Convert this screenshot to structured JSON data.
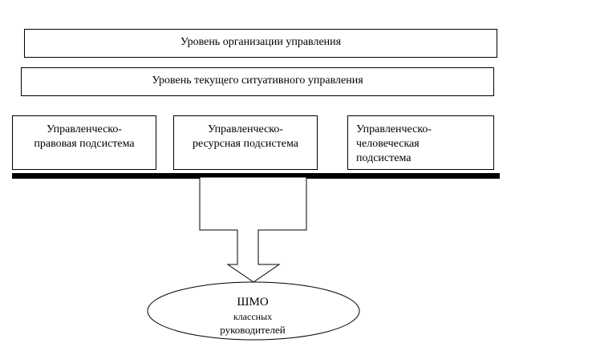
{
  "levels": {
    "top": "Уровень организации управления",
    "middle": "Уровень текущего ситуативного управления"
  },
  "subsystems": [
    {
      "line1": "Управленческо-",
      "line2": "правовая подсистема",
      "line3": ""
    },
    {
      "line1": "Управленческо-",
      "line2": "ресурсная подсистема",
      "line3": ""
    },
    {
      "line1": "Управленческо-",
      "line2": "человеческая",
      "line3": "подсистема"
    }
  ],
  "ellipse": {
    "line1": "ШМО",
    "line2": "классных",
    "line3": "руководителей"
  }
}
